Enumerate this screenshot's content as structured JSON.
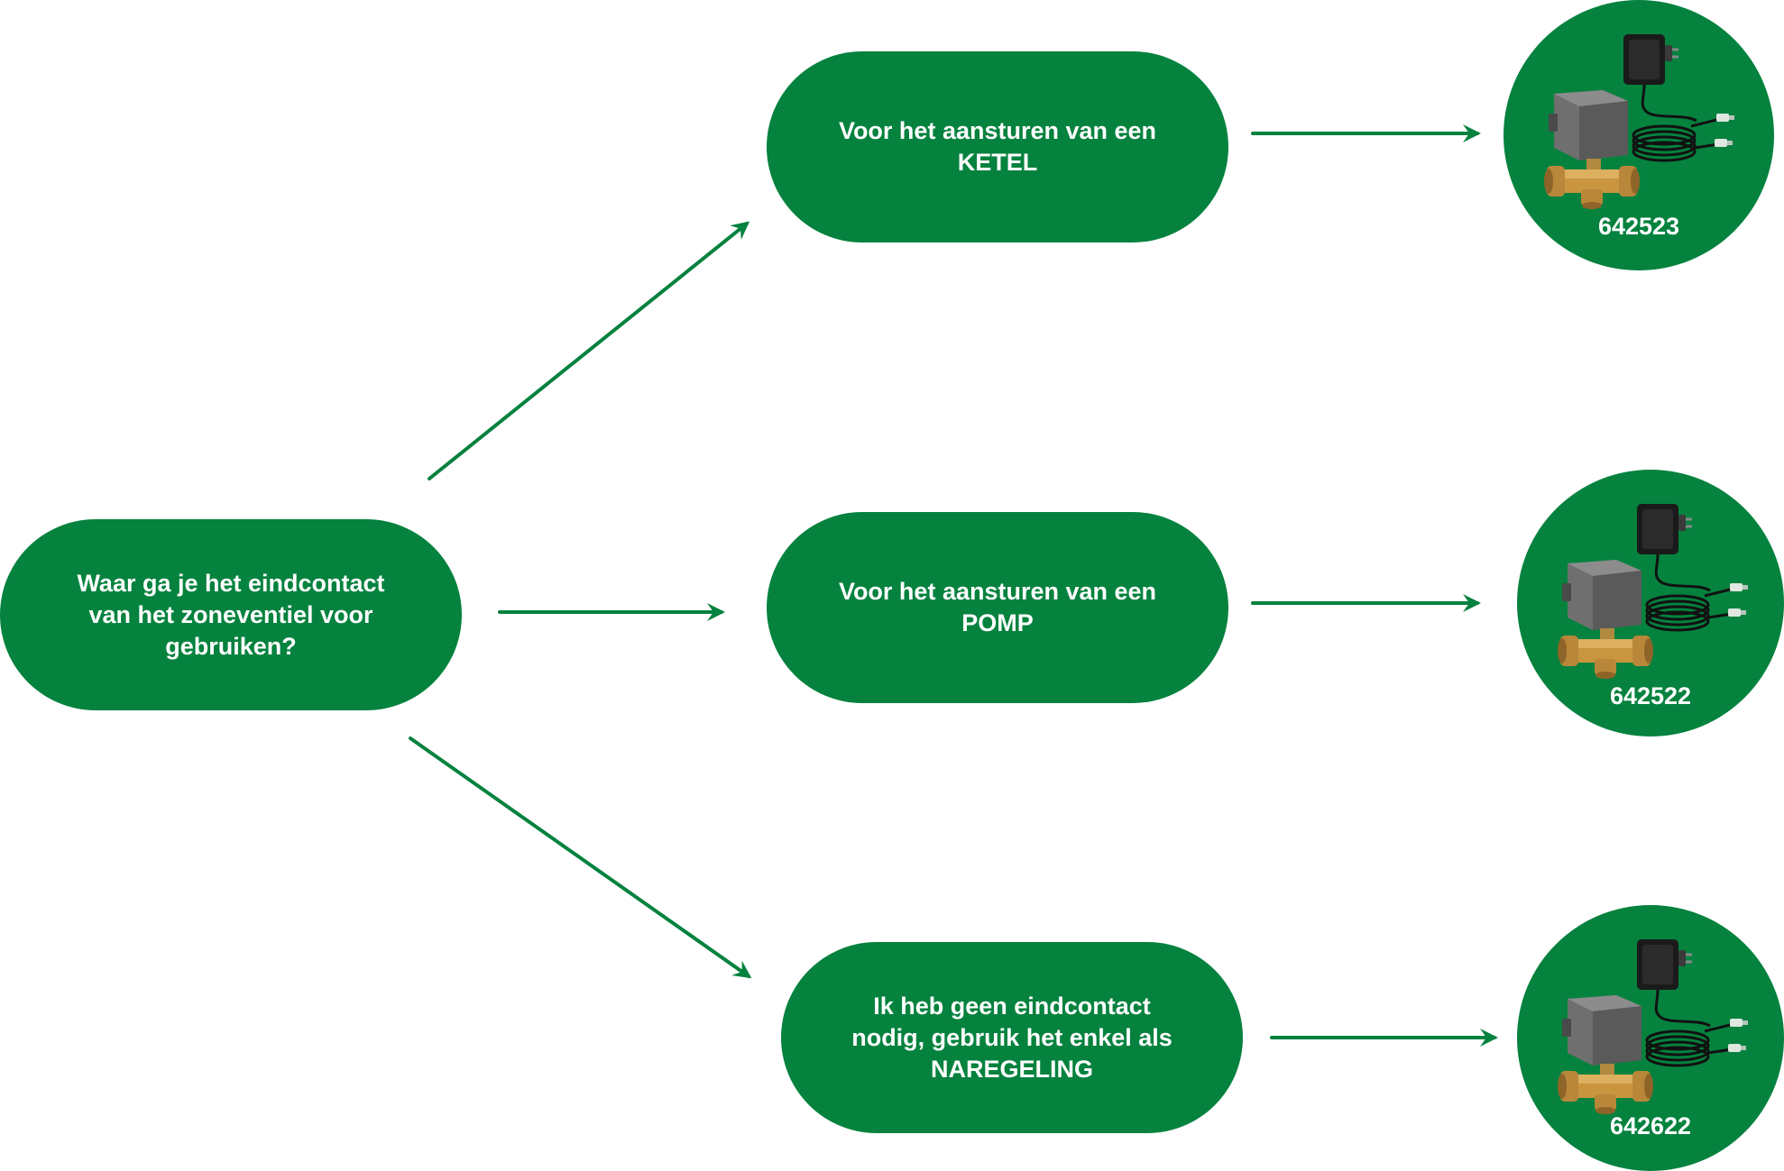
{
  "colors": {
    "green": "#05823e",
    "arrow": "#05823e"
  },
  "question": {
    "lines": [
      "Waar ga je het eindcontact",
      "van het zoneventiel voor",
      "gebruiken?"
    ]
  },
  "options": [
    {
      "lines": [
        "Voor het aansturen van een",
        "KETEL"
      ],
      "product_code": "642523"
    },
    {
      "lines": [
        "Voor het aansturen van een",
        "POMP"
      ],
      "product_code": "642522"
    },
    {
      "lines": [
        "Ik heb geen eindcontact",
        "nodig, gebruik het enkel als",
        "NAREGELING"
      ],
      "product_code": "642622"
    }
  ],
  "icons": {
    "product": "zone-valve-with-adapter-image",
    "arrow": "arrow-right-icon"
  }
}
